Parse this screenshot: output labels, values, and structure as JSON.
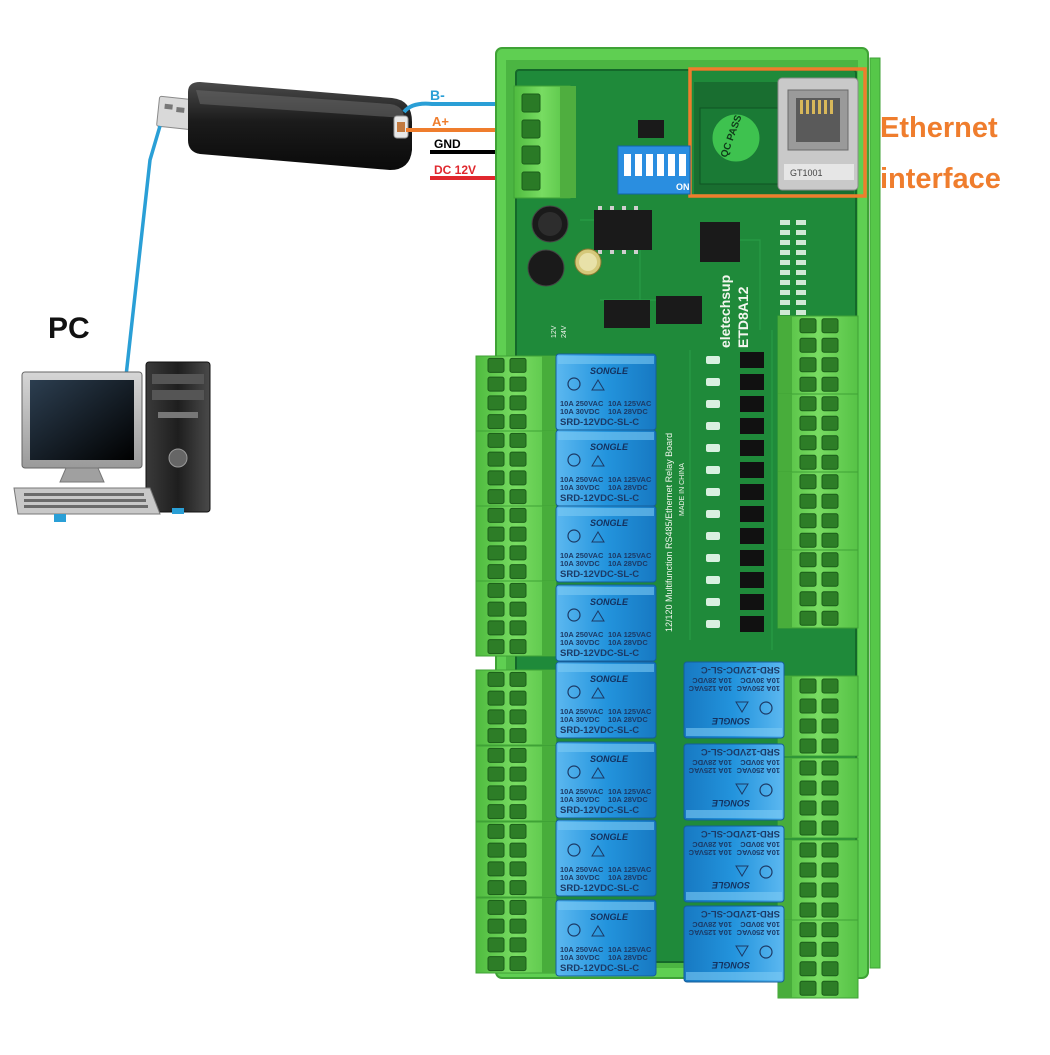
{
  "wire_labels": {
    "b_minus": "B-",
    "a_plus": "A+",
    "gnd": "GND",
    "dc": "DC 12V"
  },
  "ethernet_label": {
    "line1": "Ethernet",
    "line2": "interface"
  },
  "pc_label": "PC",
  "board": {
    "brand": "eletechsup",
    "model": "ETD8A12",
    "description": "12/120 Multifunction RS485/Ethernet Relay Board",
    "made_in": "MADE IN CHINA",
    "qc_sticker": "QC PASS",
    "dip_label": "ON",
    "rj45_label": "GT1001",
    "voltage_labels": [
      "12V",
      "24V"
    ]
  },
  "relay": {
    "brand": "SONGLE",
    "rating_left_1": "10A 250VAC",
    "rating_left_2": "10A 30VDC",
    "rating_right_1": "10A 125VAC",
    "rating_right_2": "10A 28VDC",
    "model": "SRD-12VDC-SL-C"
  },
  "colors": {
    "pcb": "#1f8a3a",
    "terminal": "#6fd35a",
    "relay": "#1f8fd8",
    "callout": "#ef7d2d",
    "wire_b": "#2a9fd6",
    "wire_a": "#ef7d2d",
    "wire_gnd": "#000000",
    "wire_dc": "#e0282e"
  },
  "icons": [
    "usb-rs485-adapter-icon",
    "desktop-computer-icon"
  ]
}
